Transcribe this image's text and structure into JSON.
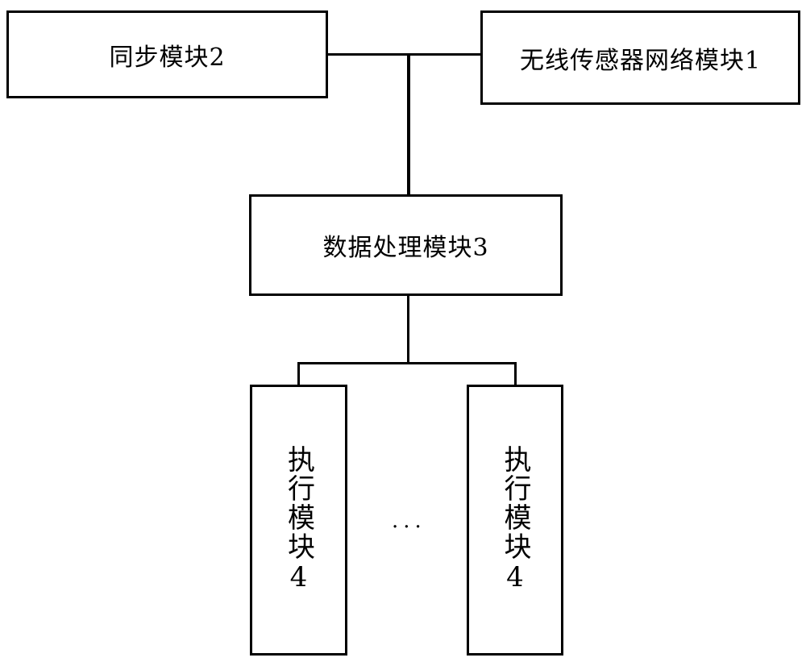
{
  "modules": {
    "sync": "同步模块2",
    "wsn": "无线传感器网络模块1",
    "data_processing": "数据处理模块3",
    "exec_left": "执行模块4",
    "exec_right": "执行模块4"
  },
  "ellipsis": "···"
}
